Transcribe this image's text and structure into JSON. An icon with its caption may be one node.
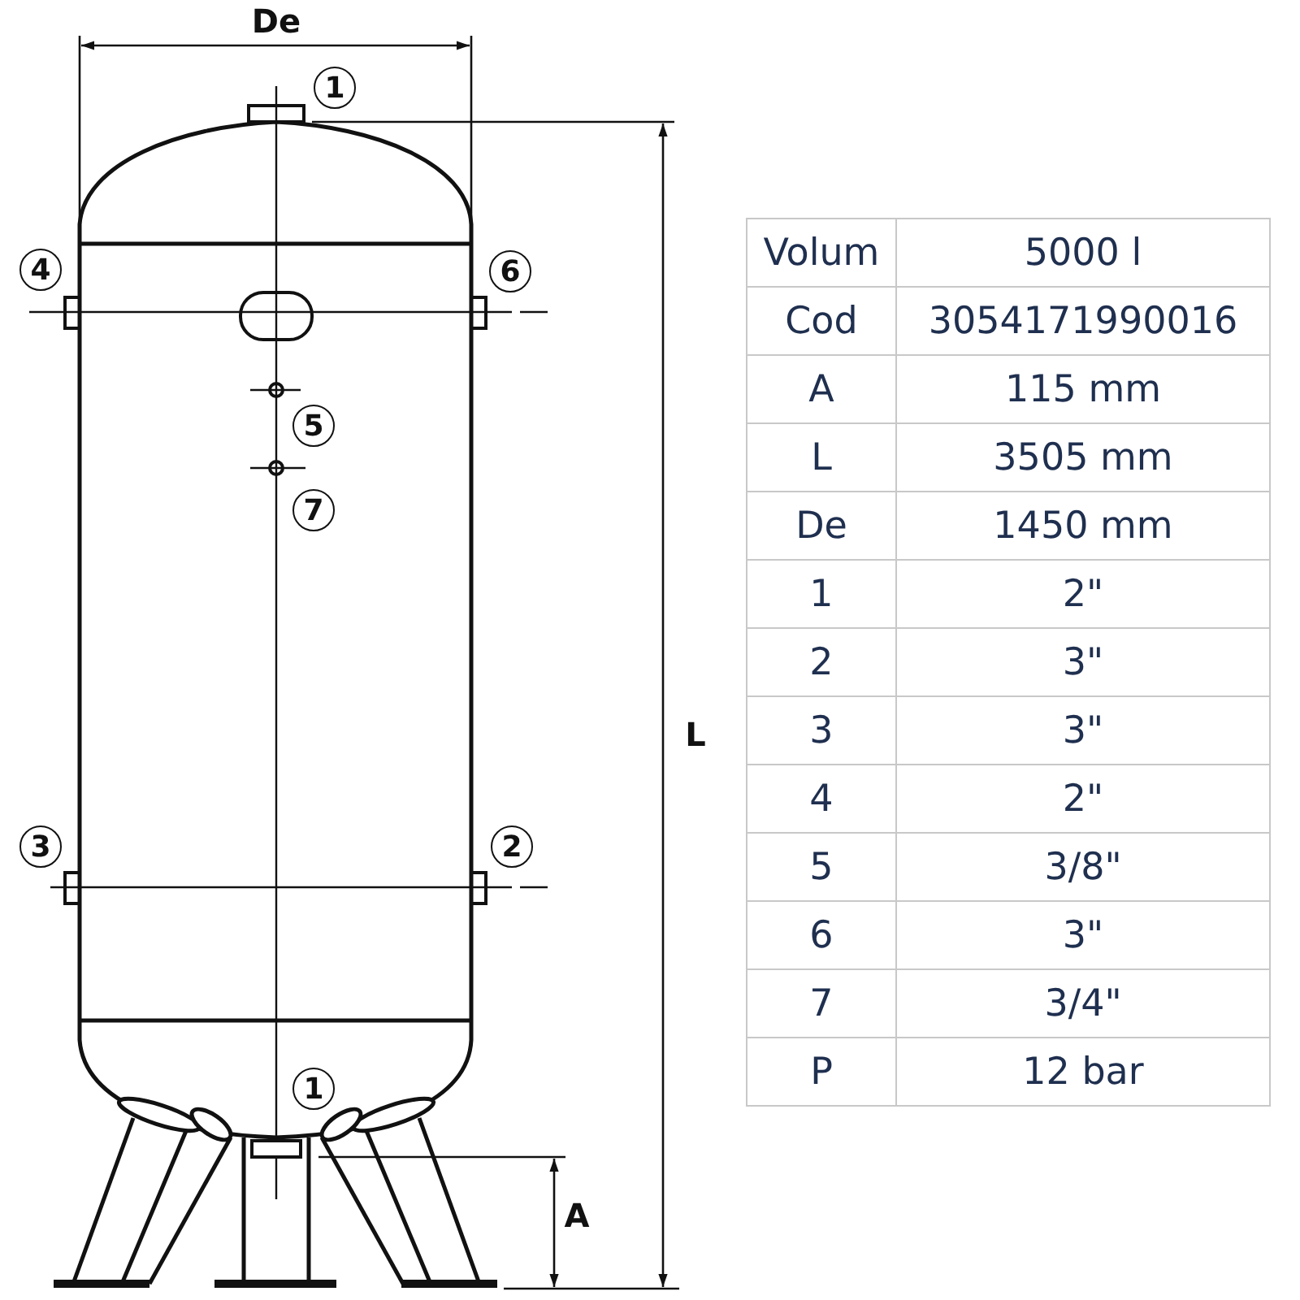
{
  "diagram": {
    "labels": [
      "De",
      "1",
      "4",
      "6",
      "5",
      "7",
      "L",
      "3",
      "2",
      "1",
      "A",
      "Volum",
      "5000 l",
      "Cod",
      "3054171990016",
      "A",
      "115 mm",
      "L",
      "3505 mm",
      "De",
      "1450 mm",
      "1",
      "2\"",
      "2",
      "3\"",
      "3",
      "3\"",
      "4",
      "2\"",
      "5",
      "3/8\"",
      "6",
      "3\"",
      "7",
      "3/4\"",
      "P",
      "12 bar"
    ]
  }
}
